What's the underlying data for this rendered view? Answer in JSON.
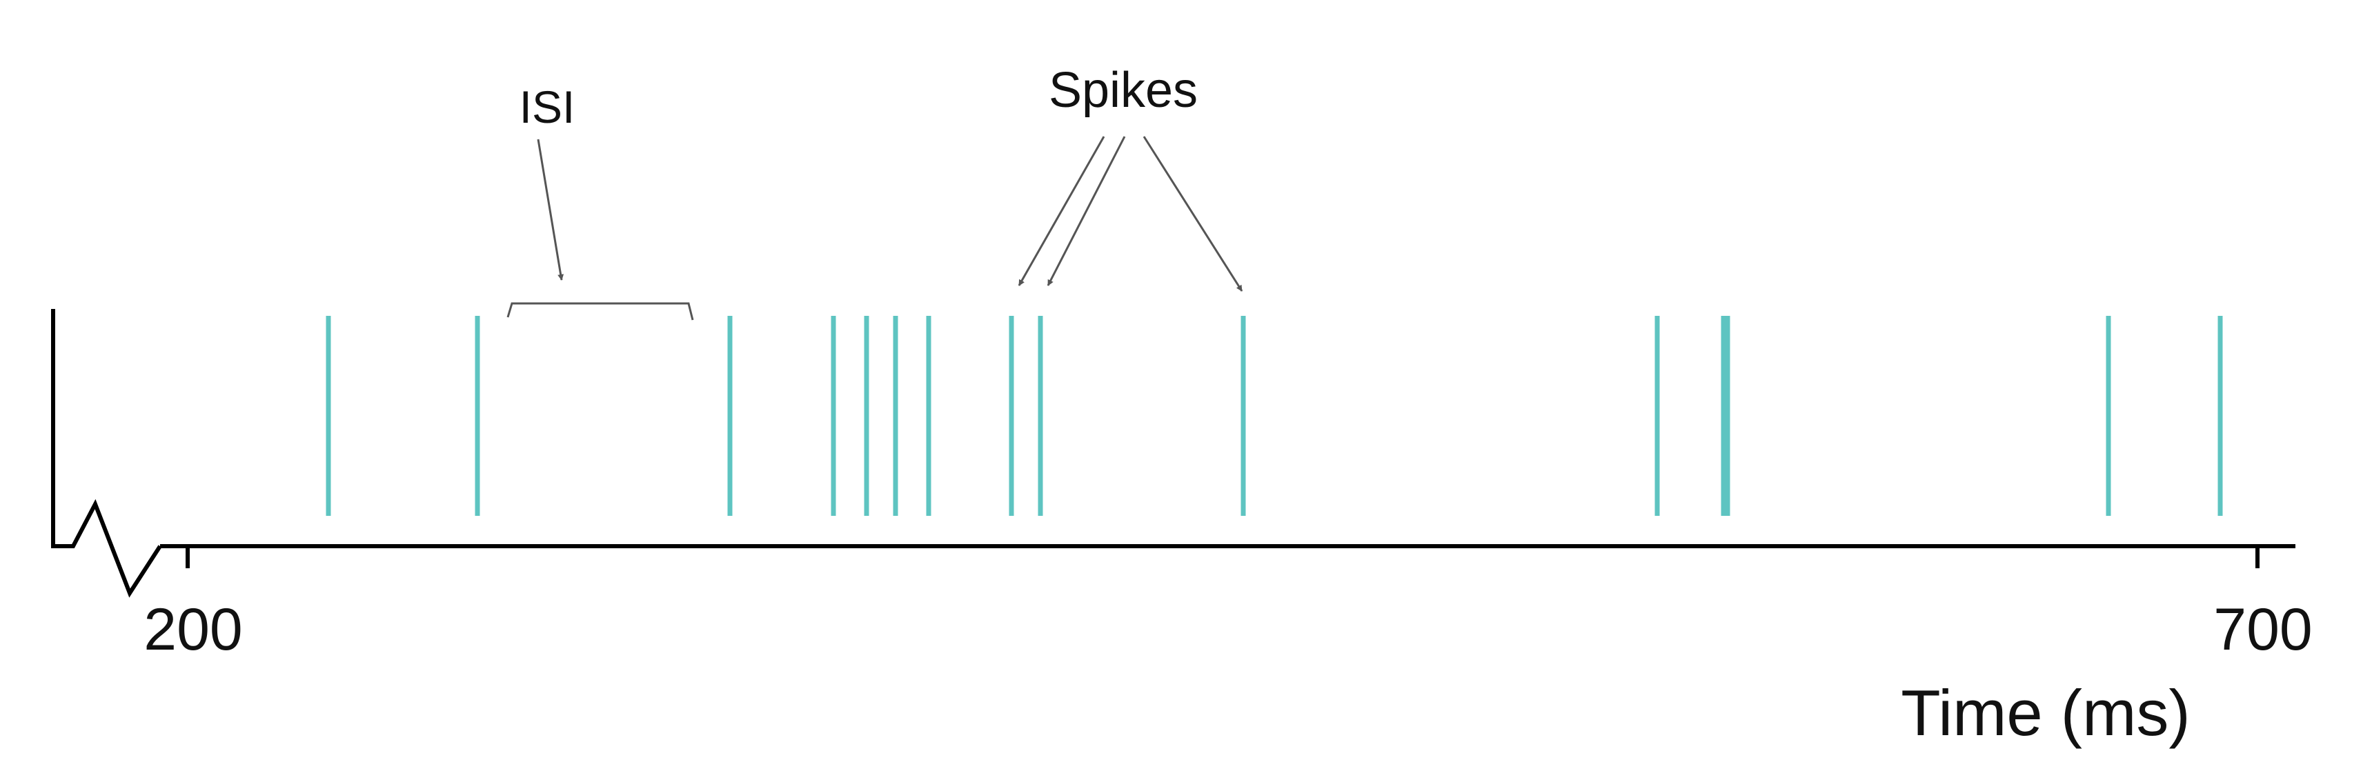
{
  "chart_data": {
    "type": "raster",
    "xlabel": "Time (ms)",
    "xlim": [
      200,
      700
    ],
    "ticks": [
      {
        "value": 200,
        "label": "200"
      },
      {
        "value": 700,
        "label": "700"
      }
    ],
    "broken_axis": true,
    "spike_times": [
      234,
      270,
      331,
      356,
      364,
      371,
      379,
      399,
      406,
      455,
      555,
      571,
      572,
      664,
      691
    ],
    "annotations": {
      "isi": {
        "label": "ISI",
        "from": 275,
        "to": 324
      },
      "spikes": {
        "label": "Spikes",
        "targets": [
          399,
          406,
          455
        ]
      }
    }
  },
  "colors": {
    "spike": "#5ec4c1",
    "axis": "#000000",
    "annotation": "#555555",
    "text": "#111111",
    "background": "#ffffff"
  }
}
